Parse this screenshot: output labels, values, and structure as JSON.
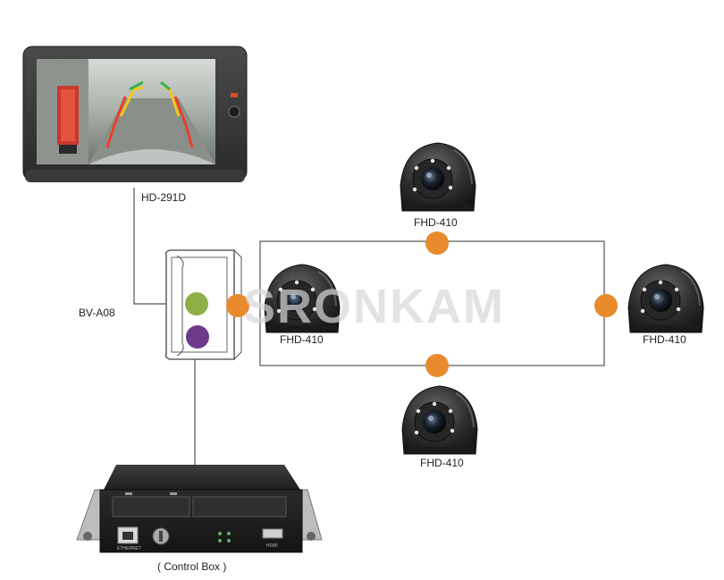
{
  "monitor": {
    "label": "HD-291D"
  },
  "module": {
    "label": "BV-A08"
  },
  "cameras": {
    "top": {
      "label": "FHD-410"
    },
    "left": {
      "label": "FHD-410"
    },
    "right": {
      "label": "FHD-410"
    },
    "bottom": {
      "label": "FHD-410"
    }
  },
  "dvr": {
    "label": "( Control Box )",
    "port_ethernet": "ETHERNET",
    "port_hdmi": "HDMI"
  },
  "watermark": "SRONKAM",
  "colors": {
    "orange_node": "#e88a2d",
    "green_node": "#8db046",
    "purple_node": "#6d3a8a",
    "wire": "#555555"
  }
}
